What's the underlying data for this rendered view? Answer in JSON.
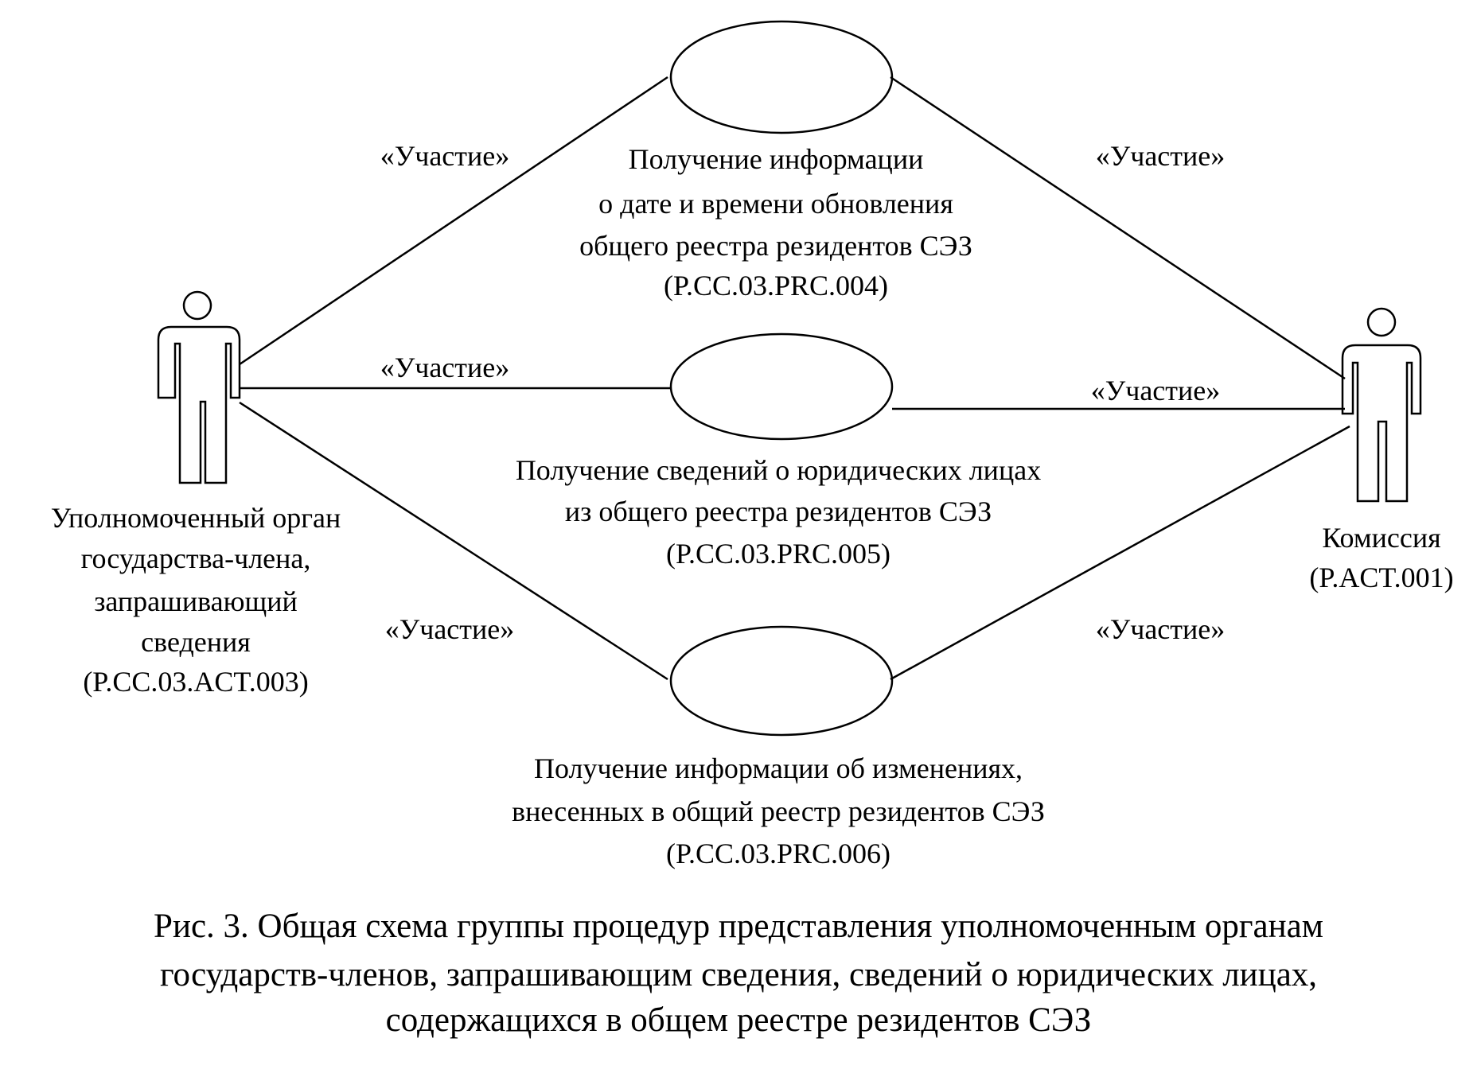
{
  "actors": {
    "left": {
      "lines": [
        "Уполномоченный орган",
        "государства-члена,",
        "запрашивающий",
        "сведения",
        "(P.CC.03.ACT.003)"
      ]
    },
    "right": {
      "lines": [
        "Комиссия",
        "(P.ACT.001)"
      ]
    }
  },
  "use_cases": [
    {
      "lines": [
        "Получение информации",
        "о дате и времени обновления",
        "общего реестра резидентов СЭЗ",
        "(P.CC.03.PRC.004)"
      ]
    },
    {
      "lines": [
        "Получение сведений о юридических лицах",
        "из общего реестра резидентов СЭЗ",
        "(P.CC.03.PRC.005)"
      ]
    },
    {
      "lines": [
        "Получение информации об изменениях,",
        "внесенных в общий реестр резидентов СЭЗ",
        "(P.CC.03.PRC.006)"
      ]
    }
  ],
  "associations": {
    "left_top": "«Участие»",
    "left_mid": "«Участие»",
    "left_bottom": "«Участие»",
    "right_top": "«Участие»",
    "right_mid": "«Участие»",
    "right_bottom": "«Участие»"
  },
  "caption": {
    "lines": [
      "Рис. 3. Общая схема группы процедур представления уполномоченным органам",
      "государств-членов, запрашивающим сведения, сведений о юридических лицах,",
      "содержащихся в общем реестре резидентов СЭЗ"
    ]
  }
}
